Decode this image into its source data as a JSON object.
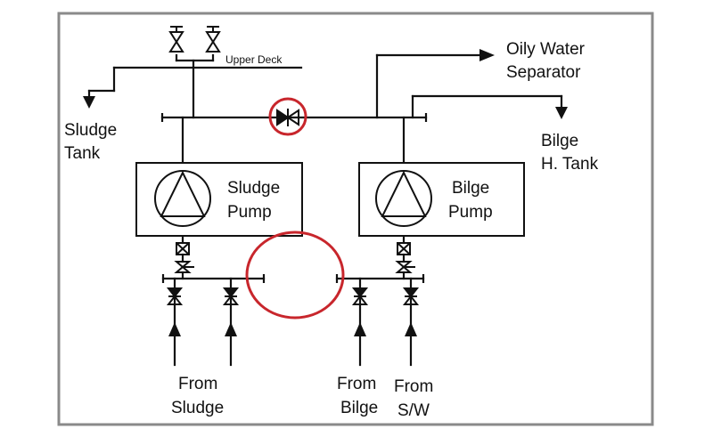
{
  "colors": {
    "line": "#111111",
    "frame": "#8a8a8a",
    "highlight": "#c8262c",
    "background": "#ffffff"
  },
  "labels": {
    "upper_deck": "Upper Deck",
    "oily_water_line1": "Oily Water",
    "oily_water_line2": "Separator",
    "sludge_tank_line1": "Sludge",
    "sludge_tank_line2": "Tank",
    "bilge_htank_line1": "Bilge",
    "bilge_htank_line2": "H. Tank",
    "sludge_pump_line1": "Sludge",
    "sludge_pump_line2": "Pump",
    "bilge_pump_line1": "Bilge",
    "bilge_pump_line2": "Pump",
    "from_sludge_line1": "From",
    "from_sludge_line2": "Sludge",
    "from_bilge_line1": "From",
    "from_bilge_line2": "Bilge",
    "from_sw_line1": "From",
    "from_sw_line2": "S/W"
  },
  "icons": [
    "globe-valve-icon",
    "check-valve-icon",
    "strainer-icon",
    "pump-icon",
    "flow-arrow-icon"
  ]
}
